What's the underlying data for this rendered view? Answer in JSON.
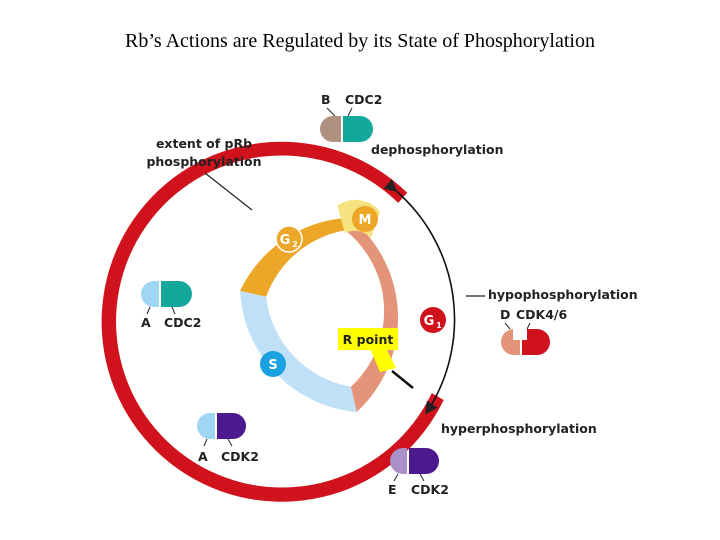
{
  "title": "Rb’s Actions are Regulated by its State of Phosphorylation",
  "labels": {
    "extent_line1": "extent of pRb",
    "extent_line2": "phosphorylation",
    "dephosphorylation": "dephosphorylation",
    "hypophosphorylation": "hypophosphorylation",
    "hyperphosphorylation": "hyperphosphorylation",
    "r_point": "R point"
  },
  "phases": {
    "m": "M",
    "g2": "G",
    "g2_sub": "2",
    "g1": "G",
    "g1_sub": "1",
    "s": "S"
  },
  "complexes": {
    "b_cdc2": {
      "cyclin": "B",
      "kinase": "CDC2"
    },
    "a_cdc2": {
      "cyclin": "A",
      "kinase": "CDC2"
    },
    "d_cdk46": {
      "cyclin": "D",
      "kinase": "CDK4/6"
    },
    "a_cdk2": {
      "cyclin": "A",
      "kinase": "CDK2"
    },
    "e_cdk2": {
      "cyclin": "E",
      "kinase": "CDK2"
    }
  },
  "colors": {
    "red_band": "#d0121c",
    "g1": "#e49478",
    "g2": "#eca628",
    "s": "#bfe0f6",
    "m": "#f6e27e",
    "teal": "#14a79b",
    "purple": "#4c198e",
    "light_blue": "#9fd6f4",
    "tan": "#b0917f",
    "lavender": "#a990c8",
    "r_point_box": "#ffff00"
  }
}
